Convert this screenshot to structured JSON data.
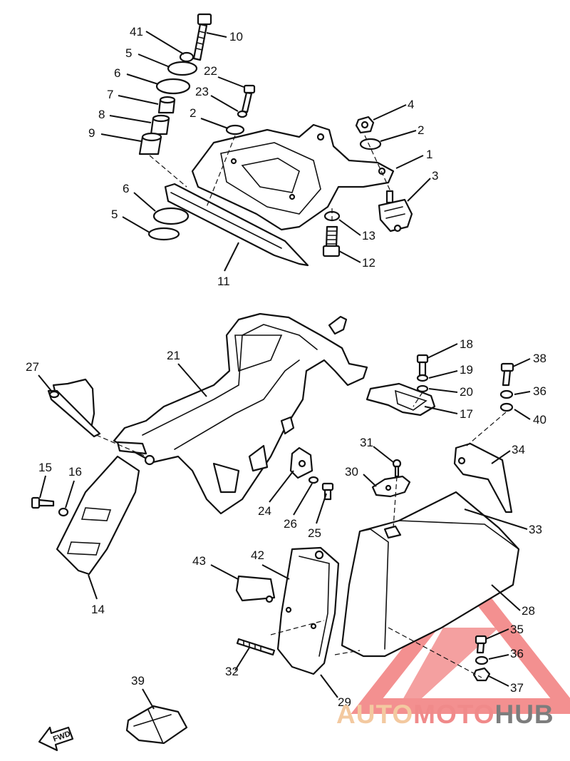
{
  "diagram": {
    "callouts": [
      {
        "id": "41",
        "label": "41"
      },
      {
        "id": "10",
        "label": "10"
      },
      {
        "id": "5a",
        "label": "5"
      },
      {
        "id": "6a",
        "label": "6"
      },
      {
        "id": "7",
        "label": "7"
      },
      {
        "id": "8",
        "label": "8"
      },
      {
        "id": "9",
        "label": "9"
      },
      {
        "id": "22",
        "label": "22"
      },
      {
        "id": "23",
        "label": "23"
      },
      {
        "id": "2a",
        "label": "2"
      },
      {
        "id": "4",
        "label": "4"
      },
      {
        "id": "2b",
        "label": "2"
      },
      {
        "id": "1",
        "label": "1"
      },
      {
        "id": "3",
        "label": "3"
      },
      {
        "id": "6b",
        "label": "6"
      },
      {
        "id": "5b",
        "label": "5"
      },
      {
        "id": "13",
        "label": "13"
      },
      {
        "id": "12",
        "label": "12"
      },
      {
        "id": "11",
        "label": "11"
      },
      {
        "id": "21",
        "label": "21"
      },
      {
        "id": "27",
        "label": "27"
      },
      {
        "id": "18",
        "label": "18"
      },
      {
        "id": "19",
        "label": "19"
      },
      {
        "id": "20",
        "label": "20"
      },
      {
        "id": "17",
        "label": "17"
      },
      {
        "id": "38",
        "label": "38"
      },
      {
        "id": "36a",
        "label": "36"
      },
      {
        "id": "40",
        "label": "40"
      },
      {
        "id": "31",
        "label": "31"
      },
      {
        "id": "34",
        "label": "34"
      },
      {
        "id": "30",
        "label": "30"
      },
      {
        "id": "15",
        "label": "15"
      },
      {
        "id": "16",
        "label": "16"
      },
      {
        "id": "24",
        "label": "24"
      },
      {
        "id": "26",
        "label": "26"
      },
      {
        "id": "25",
        "label": "25"
      },
      {
        "id": "33",
        "label": "33"
      },
      {
        "id": "14",
        "label": "14"
      },
      {
        "id": "43",
        "label": "43"
      },
      {
        "id": "42",
        "label": "42"
      },
      {
        "id": "28",
        "label": "28"
      },
      {
        "id": "35",
        "label": "35"
      },
      {
        "id": "36b",
        "label": "36"
      },
      {
        "id": "37",
        "label": "37"
      },
      {
        "id": "32",
        "label": "32"
      },
      {
        "id": "39",
        "label": "39"
      },
      {
        "id": "29",
        "label": "29"
      }
    ],
    "fwd_label": "FWD"
  },
  "watermark": {
    "text_parts": [
      "AUTO",
      "MOTO",
      "HUB"
    ],
    "colors": {
      "auto": "#f3c9a0",
      "moto": "#f08a8a",
      "hub": "#7d7d7d",
      "triangle": "#ef6b6b"
    }
  }
}
